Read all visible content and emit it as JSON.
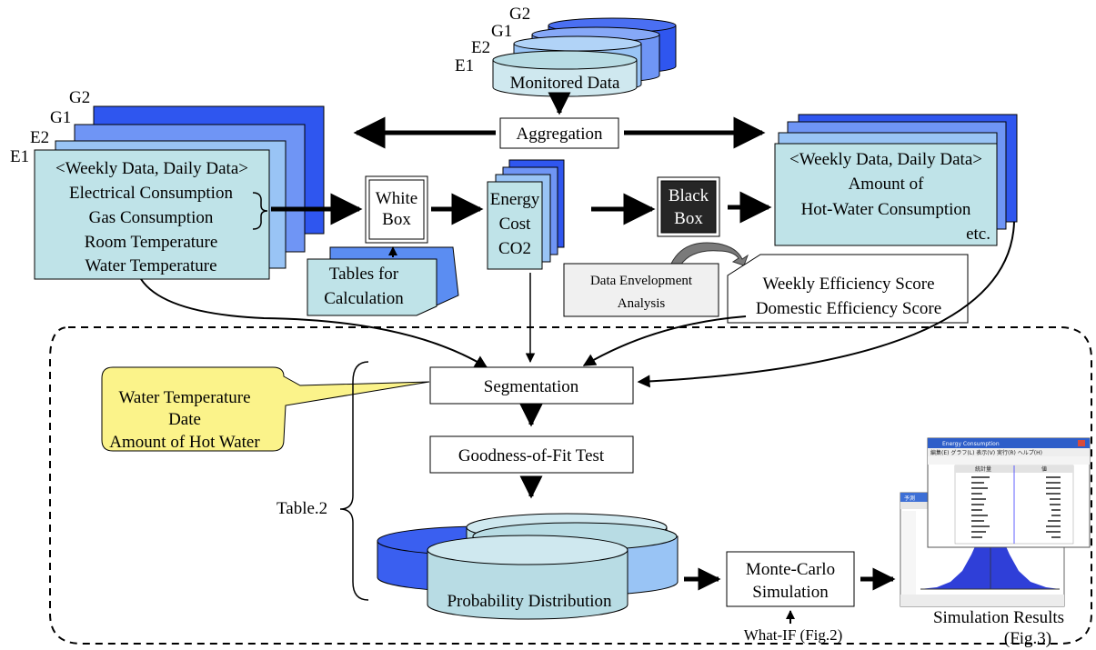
{
  "colors": {
    "cyl_top": "#b8dce4",
    "cyl_mid": "#cfe8ef",
    "cyl_blue": "#3a5ff0",
    "panel_light": "#bfe3e8",
    "layer_E2": "#99c4f5",
    "layer_G1": "#6f95f5",
    "layer_G2": "#2f56ef",
    "black_box": "#262626",
    "callout": "#fbf38a",
    "arrow": "#000000"
  },
  "monitored_layers": [
    "G2",
    "G1",
    "E2",
    "E1"
  ],
  "monitored_label": "Monitored Data",
  "aggregation_label": "Aggregation",
  "left_layers": [
    "G2",
    "G1",
    "E2",
    "E1"
  ],
  "left_panel": {
    "header": "<Weekly Data, Daily Data>",
    "items": [
      "Electrical Consumption",
      "Gas Consumption",
      "Room Temperature",
      "Water Temperature"
    ]
  },
  "white_box": [
    "White",
    "Box"
  ],
  "tables_label": [
    "Tables for",
    "Calculation"
  ],
  "energy_panel": [
    "Energy",
    "Cost",
    "CO2"
  ],
  "black_box": [
    "Black",
    "Box"
  ],
  "dea_label": [
    "Data Envelopment",
    "Analysis"
  ],
  "right_panel": {
    "header": "<Weekly Data, Daily Data>",
    "lines": [
      "Amount of",
      "Hot-Water Consumption"
    ],
    "etc": "etc."
  },
  "efficiency_scores": [
    "Weekly Efficiency Score",
    "Domestic Efficiency Score"
  ],
  "segmentation_label": "Segmentation",
  "callout_lines": [
    "Water Temperature",
    "Date",
    "Amount of Hot Water"
  ],
  "table_ref": "Table.2",
  "goodness_label": "Goodness-of-Fit Test",
  "probability_label": "Probability Distribution",
  "monte_carlo": [
    "Monte-Carlo",
    "Simulation"
  ],
  "what_if": "What-IF (Fig.2)",
  "results_label": [
    "Simulation Results",
    "(Fig.3)"
  ],
  "screenshot_front": {
    "title": "Energy Consumption",
    "menu": "編集(E)  グラフ(L)  表示(V)  実行(R)  ヘルプ(H)",
    "header_left": "統計量",
    "header_right": "値"
  },
  "screenshot_back": {
    "title": "予測"
  }
}
